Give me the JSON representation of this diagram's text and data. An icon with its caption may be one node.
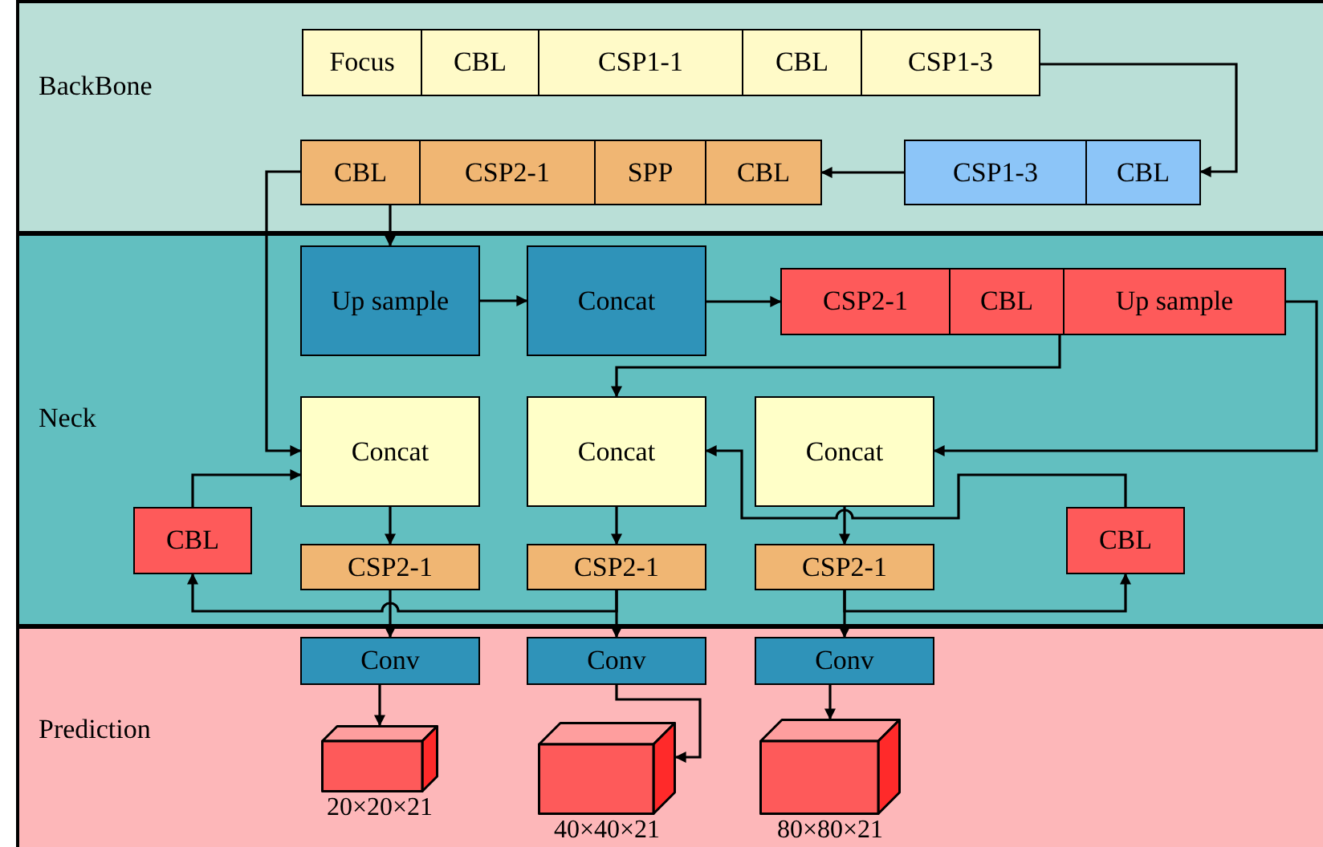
{
  "diagram": {
    "nodes": [
      {
        "text": [
          "BackBone"
        ]
      },
      {
        "text": [
          "Neck"
        ]
      },
      {
        "text": [
          "Prediction"
        ]
      },
      {
        "text": [
          "Focus"
        ],
        "in": 0
      },
      {
        "text": [
          "CBL"
        ],
        "in": 0
      },
      {
        "text": [
          "CSP1-1"
        ],
        "in": 0
      },
      {
        "text": [
          "CBL"
        ],
        "in": 0
      },
      {
        "text": [
          "CSP1-3"
        ],
        "in": 0
      },
      {
        "text": [
          "CSP1-3"
        ],
        "in": 0
      },
      {
        "text": [
          "CBL"
        ],
        "in": 0
      },
      {
        "text": [
          "CBL"
        ],
        "in": 0
      },
      {
        "text": [
          "CSP2-1"
        ],
        "in": 0
      },
      {
        "text": [
          "SPP"
        ],
        "in": 0
      },
      {
        "text": [
          "CBL"
        ],
        "in": 0
      },
      {
        "text": [
          "Up sample"
        ],
        "in": 1
      },
      {
        "text": [
          "Concat"
        ],
        "in": 1
      },
      {
        "text": [
          "CSP2-1"
        ],
        "in": 1
      },
      {
        "text": [
          "CBL"
        ],
        "in": 1
      },
      {
        "text": [
          "Up sample"
        ],
        "in": 1
      },
      {
        "text": [
          "Concat"
        ],
        "in": 1
      },
      {
        "text": [
          "Concat"
        ],
        "in": 1
      },
      {
        "text": [
          "Concat"
        ],
        "in": 1
      },
      {
        "text": [
          "CBL"
        ],
        "in": 1
      },
      {
        "text": [
          "CBL"
        ],
        "in": 1
      },
      {
        "text": [
          "CSP2-1"
        ],
        "in": 1
      },
      {
        "text": [
          "CSP2-1"
        ],
        "in": 1
      },
      {
        "text": [
          "CSP2-1"
        ],
        "in": 1
      },
      {
        "text": [
          "Conv"
        ],
        "in": 2
      },
      {
        "text": [
          "Conv"
        ],
        "in": 2
      },
      {
        "text": [
          "Conv"
        ],
        "in": 2
      },
      {
        "text": [],
        "shape": "box",
        "in": 2,
        "beside": [
          "20×20×21"
        ]
      },
      {
        "text": [],
        "shape": "box",
        "in": 2,
        "beside": [
          "40×40×21"
        ]
      },
      {
        "text": [],
        "shape": "box",
        "in": 2,
        "beside": [
          "80×80×21"
        ]
      }
    ],
    "edges": [
      {
        "from": 7,
        "to": 9,
        "arrow": "to"
      },
      {
        "from": 8,
        "to": 13,
        "arrow": "to"
      },
      {
        "from": 10,
        "to": 14,
        "arrow": "to"
      },
      {
        "from": 10,
        "to": 19,
        "arrow": "to"
      },
      {
        "from": 14,
        "to": 15,
        "arrow": "to"
      },
      {
        "from": 15,
        "to": 16,
        "arrow": "to"
      },
      {
        "from": 17,
        "to": 20,
        "arrow": "to"
      },
      {
        "from": 18,
        "to": 21,
        "arrow": "to"
      },
      {
        "from": 19,
        "to": 24,
        "arrow": "to"
      },
      {
        "from": 20,
        "to": 25,
        "arrow": "to"
      },
      {
        "from": 21,
        "to": 26,
        "arrow": "to"
      },
      {
        "from": 22,
        "to": 19,
        "arrow": "to"
      },
      {
        "from": 24,
        "to": 27,
        "arrow": "to"
      },
      {
        "from": 25,
        "to": 22,
        "arrow": "to"
      },
      {
        "from": 25,
        "to": 28,
        "arrow": "to"
      },
      {
        "from": 26,
        "to": 29,
        "arrow": "to"
      },
      {
        "from": 26,
        "to": 23,
        "arrow": "to"
      },
      {
        "from": 23,
        "to": 20,
        "arrow": "to"
      },
      {
        "from": 27,
        "to": 30,
        "arrow": "to"
      },
      {
        "from": 28,
        "to": 31,
        "arrow": "to"
      },
      {
        "from": 29,
        "to": 32,
        "arrow": "to"
      }
    ]
  }
}
